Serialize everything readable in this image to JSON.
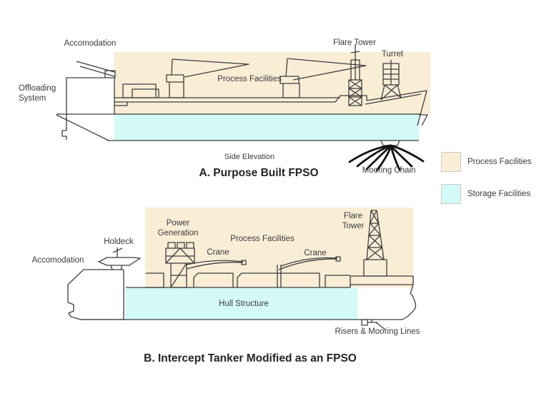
{
  "colors": {
    "process": "#F9EDD6",
    "storage": "#D3FAF7",
    "line": "#3d3d3d",
    "chain": "#111111",
    "swatch_border": "#c9c9c1"
  },
  "diagram_a": {
    "labels": {
      "accomodation": "Accomodation",
      "offloading_system": "Offloading System",
      "process_facilities": "Process Facilities",
      "flare_tower": "Flare Tower",
      "turret": "Turret",
      "side_elevation": "Side Elevation",
      "mooring_chain": "Mooring Chain"
    },
    "title": "A. Purpose Built FPSO"
  },
  "diagram_b": {
    "labels": {
      "accomodation": "Accomodation",
      "holdeck": "Holdeck",
      "power_generation": "Power Generation",
      "process_facilities": "Process Facilities",
      "crane_left": "Crane",
      "crane_right": "Crane",
      "flare_tower": "Flare Tower",
      "hull_structure": "Hull Structure",
      "risers_mooring": "Risers & Mooring Lines"
    },
    "title": "B. Intercept Tanker Modified as an FPSO"
  },
  "legend": {
    "items": [
      {
        "label": "Process Facilities",
        "color": "#F9EDD6"
      },
      {
        "label": "Storage Facilities",
        "color": "#D3FAF7"
      }
    ]
  }
}
